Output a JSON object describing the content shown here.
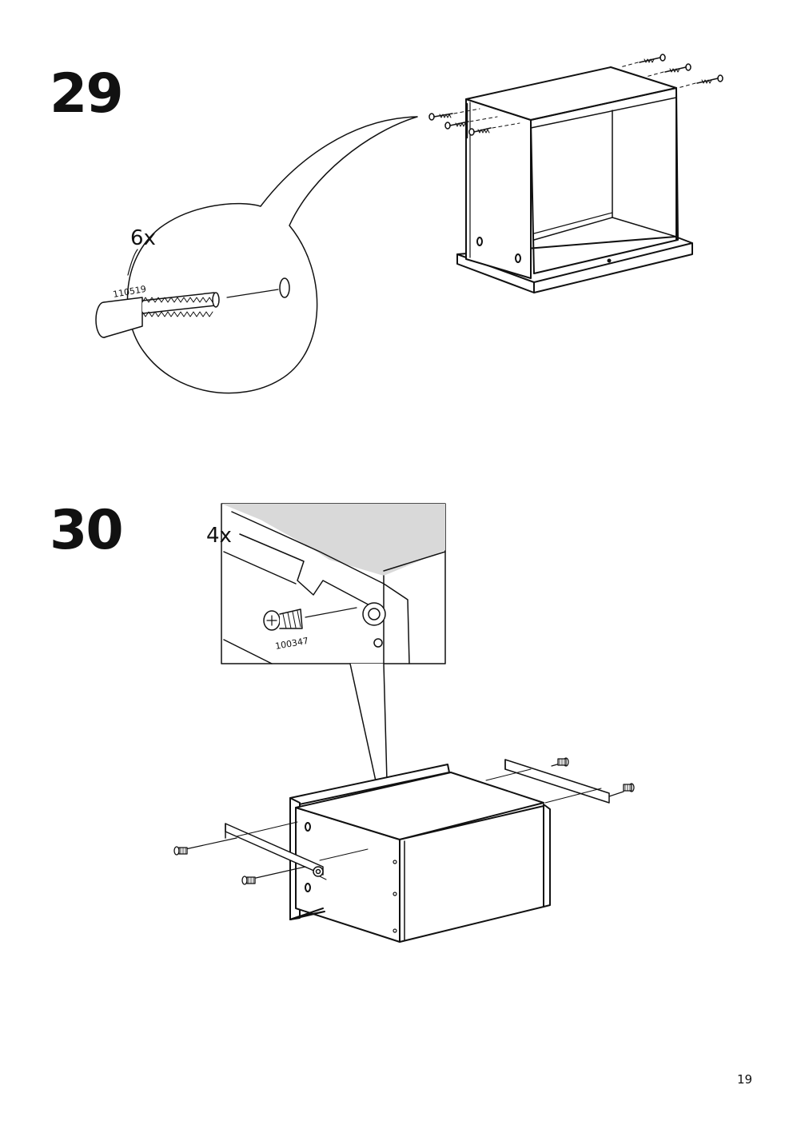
{
  "steps": [
    {
      "number": "29",
      "quantity": "6x",
      "part_number": "110519"
    },
    {
      "number": "30",
      "quantity": "4x",
      "part_number": "100347"
    }
  ],
  "page": {
    "number": "19"
  },
  "colors": {
    "ink": "#111111",
    "paper": "#ffffff",
    "detail_shade": "#d9d9d9"
  }
}
